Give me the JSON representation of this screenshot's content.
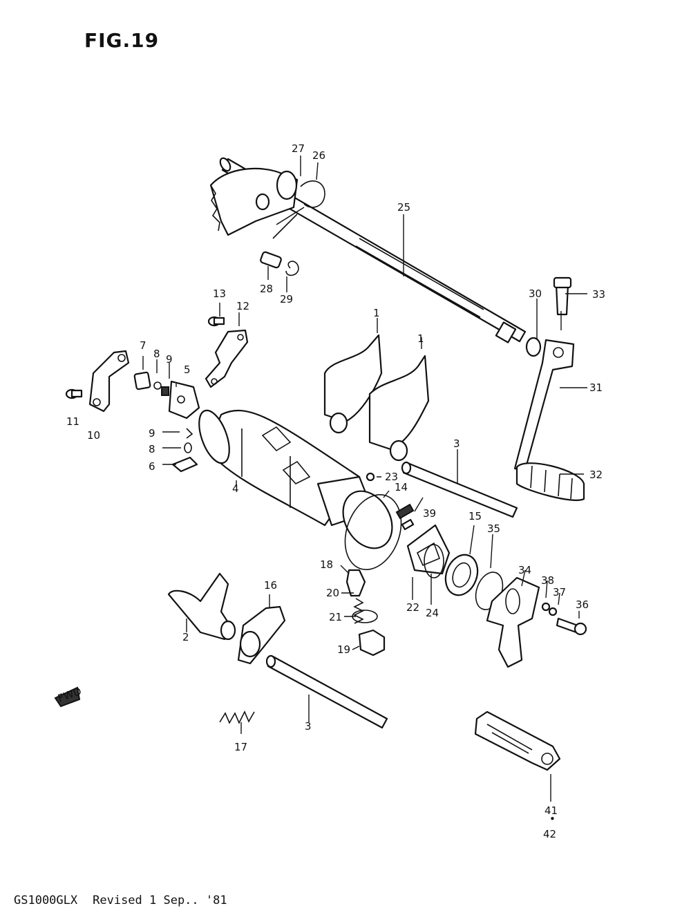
{
  "figure_title": "FIG.19",
  "footer": {
    "model": "GS1000GLX",
    "revision": "Revised 1 Sep.. '81"
  },
  "fwd_marker": "FWD",
  "callouts": [
    "1",
    "1",
    "2",
    "3",
    "3",
    "4",
    "5",
    "6",
    "7",
    "8",
    "8",
    "9",
    "9",
    "10",
    "11",
    "12",
    "13",
    "14",
    "15",
    "16",
    "17",
    "18",
    "19",
    "20",
    "21",
    "22",
    "23",
    "24",
    "25",
    "26",
    "27",
    "28",
    "29",
    "30",
    "31",
    "32",
    "33",
    "34",
    "35",
    "36",
    "37",
    "38",
    "39",
    "41",
    "42"
  ]
}
